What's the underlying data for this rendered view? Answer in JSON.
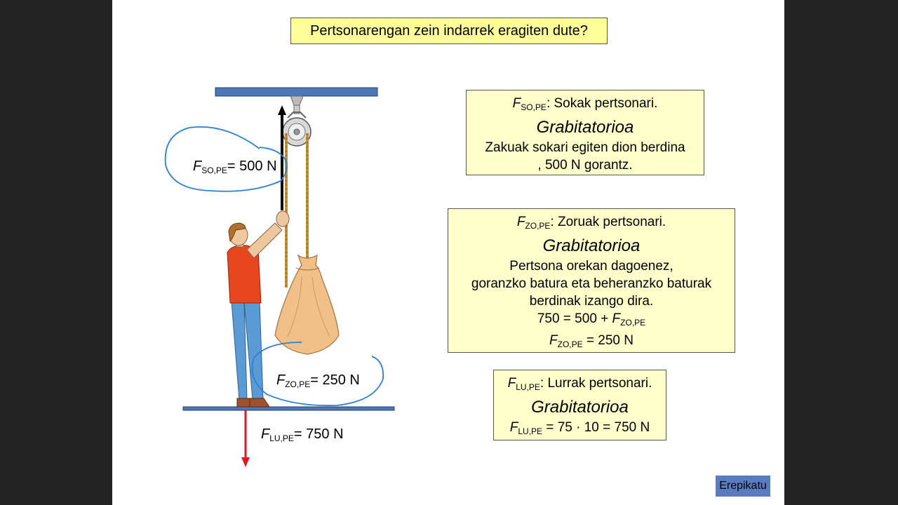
{
  "title": "Pertsonarengan zein indarrek eragiten dute?",
  "boxes": {
    "rope": {
      "symbol": "F",
      "sub": "SO,PE",
      "desc": ": Sokak pertsonari.",
      "type": "Grabitatorioa",
      "line1": "Zakuak sokari egiten dion berdina",
      "line2": ", 500 N gorantz."
    },
    "floor": {
      "symbol": "F",
      "sub": "ZO,PE",
      "desc": ": Zoruak pertsonari.",
      "type": "Grabitatorioa",
      "line1": "Pertsona orekan dagoenez,",
      "line2": "goranzko batura eta beheranzko baturak",
      "line3": "berdinak izango dira.",
      "eq_prefix": "750 = 500 + ",
      "eq_symbol": "F",
      "eq_sub": "ZO,PE",
      "res_symbol": "F",
      "res_sub": "ZO,PE",
      "res_value": " = 250 N"
    },
    "earth": {
      "symbol": "F",
      "sub": "LU,PE",
      "desc": ": Lurrak pertsonari.",
      "type": "Grabitatorioa",
      "eq_symbol": "F",
      "eq_sub": "LU,PE",
      "eq_value": " = 75 · 10 = 750 N"
    }
  },
  "labels": {
    "rope": {
      "symbol": "F",
      "sub": "SO,PE",
      "value": "= 500 N"
    },
    "floor": {
      "symbol": "F",
      "sub": "ZO,PE",
      "value": "= 250 N"
    },
    "earth": {
      "symbol": "F",
      "sub": "LU,PE",
      "value": "= 750 N"
    }
  },
  "button": "Erepikatu",
  "colors": {
    "slide_bg": "#ffffff",
    "title_bg": "#ffff99",
    "box_bg": "#ffffcc",
    "beam": "#4a78b8",
    "arrow_up": "#000000",
    "arrow_down": "#e8161f",
    "annotation": "#2a7fd4",
    "sack": "#f0c088",
    "rope": "#c8903a"
  }
}
